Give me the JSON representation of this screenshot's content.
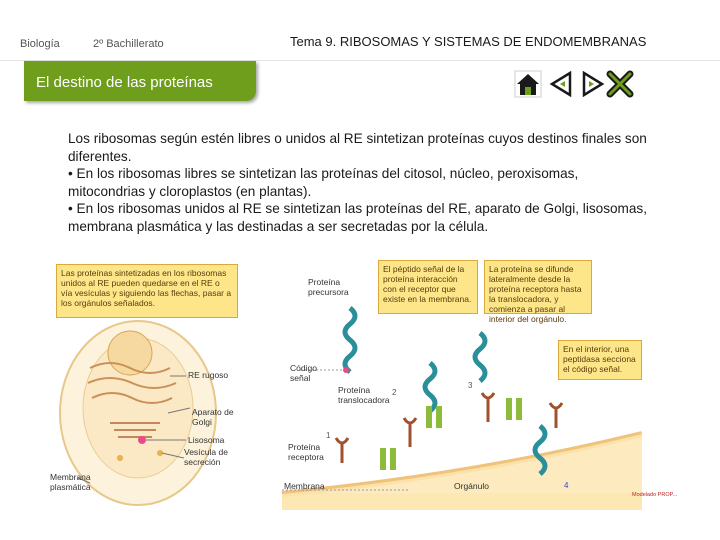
{
  "header": {
    "subject": "Biología",
    "course": "2º Bachillerato",
    "topic_prefix": "Tema 9. ",
    "topic_bold": "RIBOSOMAS Y SISTEMAS DE ENDOMEMBRANAS"
  },
  "section": {
    "title": "El destino de las proteínas"
  },
  "nav": {
    "icons": [
      "home-icon",
      "arrow-left-icon",
      "arrow-right-icon",
      "close-icon"
    ],
    "color": "#6f9e1c"
  },
  "body": {
    "paragraphs": [
      "Los ribosomas según estén libres o unidos al RE sintetizan proteínas cuyos destinos finales son diferentes.",
      "• En los ribosomas libres se sintetizan las proteínas del citosol, núcleo, peroxisomas, mitocondrias y cloroplastos (en plantas).",
      "• En los ribosomas unidos al RE se sintetizan las proteínas del RE, aparato de Golgi, lisosomas, membrana plasmática y las destinadas a ser secretadas por la célula."
    ]
  },
  "figure": {
    "cell_caption": "Las proteínas sintetizadas en los ribosomas unidos al RE pueden quedarse en el RE o vía vesículas y siguiendo las flechas, pasar a los orgánulos señalados.",
    "labels": {
      "re_rugoso": "RE rugoso",
      "golgi": "Aparato de Golgi",
      "lisosoma": "Lisosoma",
      "vesicula": "Vesícula de secreción",
      "membrana_plasmatica": "Membrana plasmática",
      "proteina_precursora": "Proteína precursora",
      "codigo_senal": "Código señal",
      "proteina_translocadora": "Proteína translocadora",
      "proteina_receptora": "Proteína receptora",
      "membrana": "Membrana",
      "organulo": "Orgánulo"
    },
    "boxes": {
      "box1": "El péptido señal de la proteína interacción con el receptor que existe en la membrana.",
      "box2": "La proteína se difunde lateralmente desde la proteína receptora hasta la translocadora, y comienza a pasar al interior del orgánulo.",
      "box3": "En el interior, una peptidasa secciona el código señal."
    },
    "step_numbers": [
      "1",
      "2",
      "3",
      "4"
    ],
    "watermark": "Modelado PROP...",
    "colors": {
      "organelle_fill": "#fde6b3",
      "membrane": "#f0c27a",
      "protein": "#2a8f9a",
      "receptor": "#a0522d",
      "translocator": "#8dbb3a",
      "box_fill": "#fde68a"
    }
  }
}
